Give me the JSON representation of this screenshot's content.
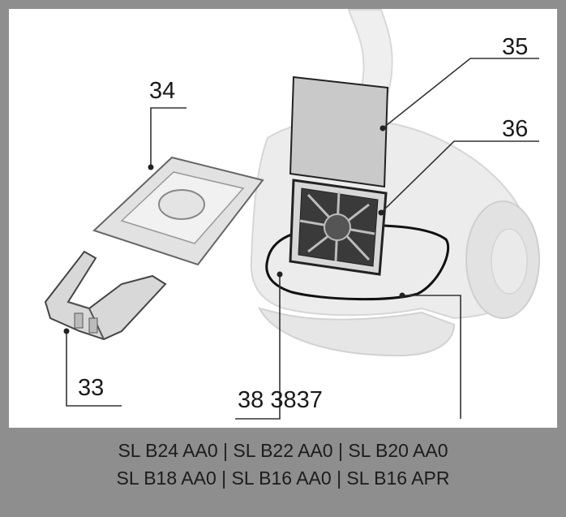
{
  "callouts": {
    "c33": "33",
    "c34": "34",
    "c35": "35",
    "c36": "36",
    "c38": "38 3837"
  },
  "models": {
    "line1": "SL B24 AA0 | SL B22 AA0 | SL B20 AA0",
    "line2": "SL B18 AA0 | SL B16 AA0 | SL B16 APR"
  },
  "colors": {
    "frame": "#8e8e8e",
    "panel": "#ffffff",
    "body": "#ececec",
    "filter": "#c9c9c9",
    "line": "#333333"
  }
}
